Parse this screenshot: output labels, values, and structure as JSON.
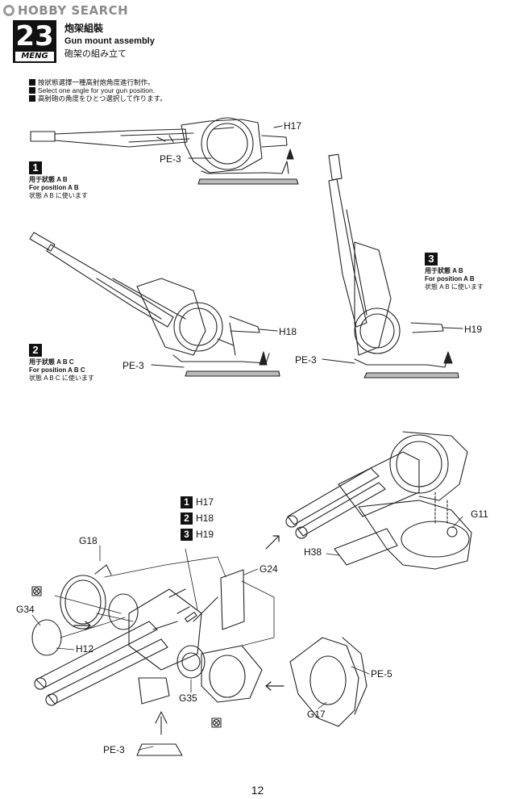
{
  "watermark": {
    "text": "HOBBY SEARCH"
  },
  "step": {
    "number": "23",
    "brand": "MENG"
  },
  "header": {
    "title_cn": "炮架組裝",
    "title_en": "Gun mount assembly",
    "title_jp": "砲架の組み立て"
  },
  "instructions": [
    "按狀態選擇一種高射炮角度進行制作。",
    "Select one angle for your gun position.",
    "高射砲の角度をひとつ選択して作ります。"
  ],
  "positions": [
    {
      "num": "1",
      "cn": "用于狀態 A B",
      "en": "For position A B",
      "jp": "状態 A B に使います",
      "callout": "H17",
      "pe": "PE-3"
    },
    {
      "num": "2",
      "cn": "用于狀態 A B C",
      "en": "For position A B C",
      "jp": "状態 A B C に使います",
      "callout": "H18",
      "pe": "PE-3"
    },
    {
      "num": "3",
      "cn": "用于狀態 A B",
      "en": "For position A B",
      "jp": "状態 A B に使います",
      "callout": "H19",
      "pe": "PE-3"
    }
  ],
  "part_list": [
    {
      "num": "1",
      "part": "H17"
    },
    {
      "num": "2",
      "part": "H18"
    },
    {
      "num": "3",
      "part": "H19"
    }
  ],
  "parts": {
    "g18": "G18",
    "g24": "G24",
    "g34": "G34",
    "h12": "H12",
    "g35": "G35",
    "pe3": "PE-3",
    "g11": "G11",
    "h38": "H38",
    "pe5": "PE-5",
    "g17": "G17"
  },
  "page": {
    "number": "12"
  }
}
